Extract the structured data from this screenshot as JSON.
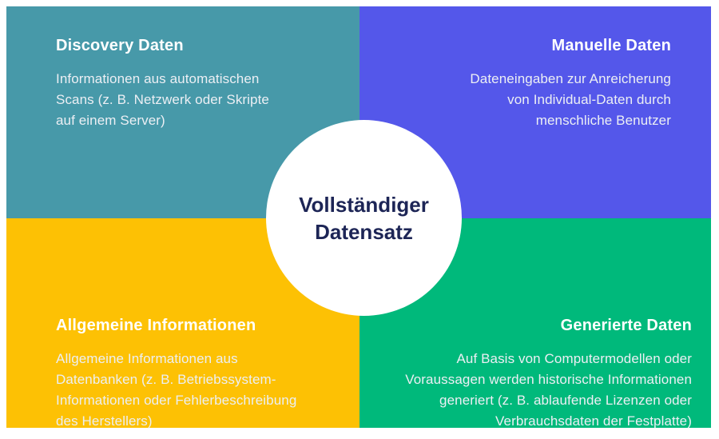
{
  "diagram": {
    "center": {
      "label": "Vollständiger\nDatensatz",
      "text_color": "#1d2556",
      "background": "#ffffff"
    },
    "quadrants": [
      {
        "id": "discovery-daten",
        "position": "top-left",
        "title": "Discovery Daten",
        "body": "Informationen aus automatischen\nScans (z. B. Netzwerk oder Skripte\nauf einem Server)",
        "color": "#4799a9",
        "title_color": "#ffffff",
        "body_color": "#eceff4"
      },
      {
        "id": "manuelle-daten",
        "position": "top-right",
        "title": "Manuelle Daten",
        "body": "Dateneingaben zur Anreicherung\nvon Individual-Daten durch\nmenschliche Benutzer",
        "color": "#5457ea",
        "title_color": "#ffffff",
        "body_color": "#eceff4"
      },
      {
        "id": "allgemeine-informationen",
        "position": "bottom-left",
        "title": "Allgemeine Informationen",
        "body": "Allgemeine Informationen aus\nDatenbanken (z. B. Betriebssystem-\nInformationen oder Fehlerbeschreibung\ndes Herstellers)",
        "color": "#fdc104",
        "title_color": "#ffffff",
        "body_color": "#eceff4"
      },
      {
        "id": "generierte-daten",
        "position": "bottom-right",
        "title": "Generierte Daten",
        "body": "Auf Basis von Computermodellen oder\nVoraussagen werden historische Informationen\ngeneriert (z. B. ablaufende Lizenzen oder\nVerbrauchsdaten der Festplatte)",
        "color": "#00b97b",
        "title_color": "#ffffff",
        "body_color": "#eceff4"
      }
    ]
  }
}
